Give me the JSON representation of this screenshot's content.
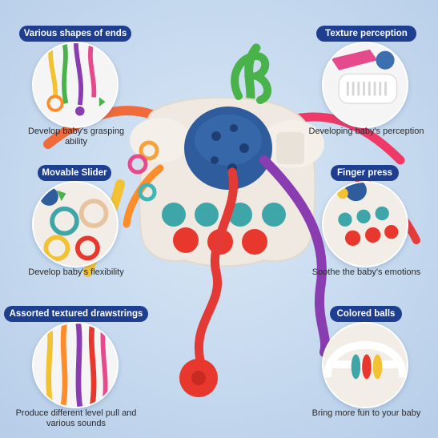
{
  "features": [
    {
      "id": "shapes",
      "title": "Various shapes of ends",
      "caption": "Develop baby's grasping ability"
    },
    {
      "id": "texture",
      "title": "Texture perception",
      "caption": "Developing baby's perception"
    },
    {
      "id": "slider",
      "title": "Movable Slider",
      "caption": "Develop baby's flexibility"
    },
    {
      "id": "finger",
      "title": "Finger press",
      "caption": "Soothe the baby's emotions"
    },
    {
      "id": "drawstrings",
      "title": "Assorted textured drawstrings",
      "caption": "Produce different level pull and various sounds"
    },
    {
      "id": "balls",
      "title": "Colored balls",
      "caption": "Bring more fun to your baby"
    }
  ],
  "colors": {
    "pill_bg": "#1e3f8f",
    "background": "#c4d8ee",
    "toy_base": "#efe9e2",
    "dome": "#2f5c9c",
    "pop_teal": "#3ea6a8",
    "pop_red": "#e8382e"
  },
  "icons": [
    "toy-product-image",
    "ends-detail-image",
    "texture-detail-image",
    "slider-detail-image",
    "finger-press-detail-image",
    "drawstrings-detail-image",
    "colored-balls-detail-image"
  ]
}
